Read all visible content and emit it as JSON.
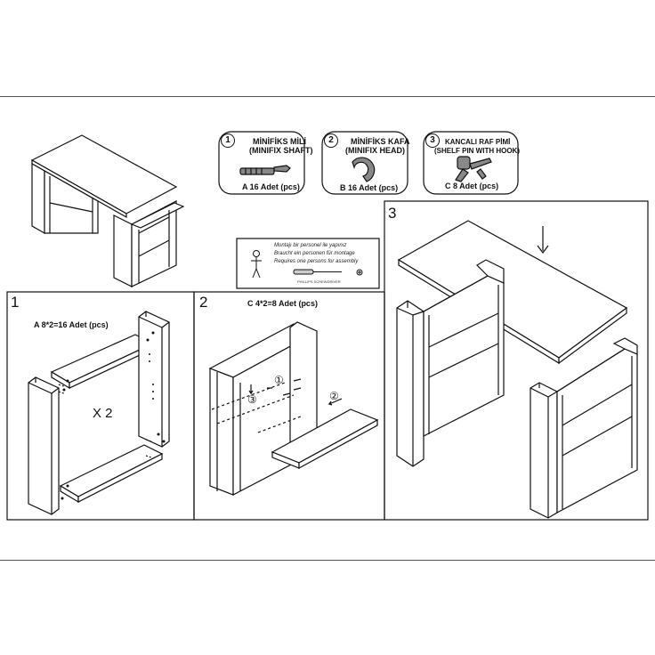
{
  "hardware": [
    {
      "number": "1",
      "name_tr": "MİNİFİKS MİLİ",
      "name_en": "(MINIFIX SHAFT)",
      "qty": "A  16 Adet (pcs)",
      "icon": "minifix-shaft-icon"
    },
    {
      "number": "2",
      "name_tr": "MİNİFİKS KAFA",
      "name_en": "(MINIFIX HEAD)",
      "qty": "B  16 Adet (pcs)",
      "icon": "minifix-head-icon"
    },
    {
      "number": "3",
      "name_tr": "KANCALI RAF PİMİ",
      "name_en": "(SHELF PIN WITH HOOK)",
      "qty": "C  8 Adet (pcs)",
      "icon": "shelf-pin-icon"
    }
  ],
  "notice": {
    "line_tr": "Montajı bir personel ile yapınız",
    "line_de": "Braucht ein personen für montage",
    "line_en": "Requires one persons for assembly",
    "tool": "PHILLIPS SCREWDRIVER",
    "person_icon": "person-icon",
    "tool_icon": "screwdriver-icon"
  },
  "steps": [
    {
      "number": "1",
      "caption": "A  8*2=16 Adet (pcs)",
      "multiplier": "X 2"
    },
    {
      "number": "2",
      "caption": "C  4*2=8 Adet (pcs)",
      "callouts": [
        "①",
        "③",
        "②"
      ]
    },
    {
      "number": "3"
    }
  ],
  "colors": {
    "line": "#111111",
    "frame": "#555555",
    "hardware_fill": "#888888"
  }
}
